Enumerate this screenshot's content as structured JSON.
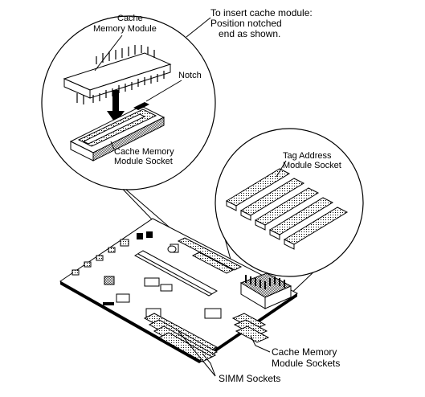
{
  "callouts": {
    "instruction_line1": "To insert cache module:",
    "instruction_line2": "Position notched",
    "instruction_line3": "end as shown.",
    "cache_module_line1": "Cache",
    "cache_module_line2": "Memory Module",
    "notch": "Notch",
    "cache_socket_line1": "Cache Memory",
    "cache_socket_line2": "Module Socket",
    "tag_socket_line1": "Tag Address",
    "tag_socket_line2": "Module Socket",
    "board_cache_sockets_line1": "Cache Memory",
    "board_cache_sockets_line2": "Module Sockets",
    "simm_sockets": "SIMM Sockets"
  }
}
